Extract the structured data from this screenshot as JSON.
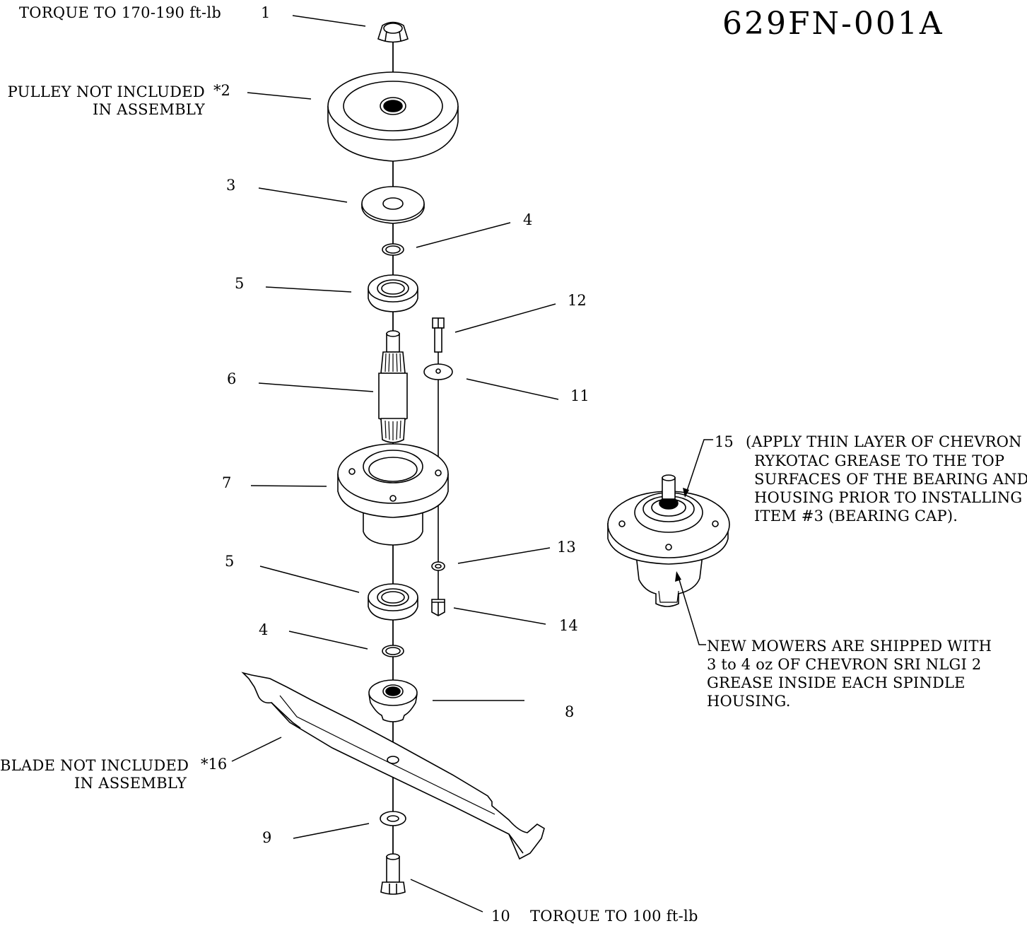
{
  "drawing_number": "629FN-001A",
  "callouts": {
    "c1": {
      "num": "1",
      "note": "TORQUE TO 170-190 ft-lb"
    },
    "c2": {
      "num": "*2",
      "note_line1": "PULLEY NOT INCLUDED",
      "note_line2": "IN ASSEMBLY"
    },
    "c3": {
      "num": "3"
    },
    "c4a": {
      "num": "4"
    },
    "c5a": {
      "num": "5"
    },
    "c6": {
      "num": "6"
    },
    "c7": {
      "num": "7"
    },
    "c5b": {
      "num": "5"
    },
    "c4b": {
      "num": "4"
    },
    "c8": {
      "num": "8"
    },
    "c9": {
      "num": "9"
    },
    "c10": {
      "num": "10",
      "note": "TORQUE TO 100 ft-lb"
    },
    "c11": {
      "num": "11"
    },
    "c12": {
      "num": "12"
    },
    "c13": {
      "num": "13"
    },
    "c14": {
      "num": "14"
    },
    "c15": {
      "num": "15",
      "note_lines": [
        "(APPLY THIN LAYER OF CHEVRON",
        "RYKOTAC GREASE TO THE TOP",
        "SURFACES OF THE BEARING AND",
        "HOUSING PRIOR TO INSTALLING",
        "ITEM #3 (BEARING CAP)."
      ]
    },
    "c16": {
      "num": "*16",
      "note_line1": "BLADE NOT INCLUDED",
      "note_line2": "IN ASSEMBLY"
    }
  },
  "grease_note": {
    "lines": [
      "NEW MOWERS ARE SHIPPED WITH",
      "3 to 4 oz OF CHEVRON SRI NLGI 2",
      "GREASE INSIDE EACH SPINDLE",
      "HOUSING."
    ]
  }
}
